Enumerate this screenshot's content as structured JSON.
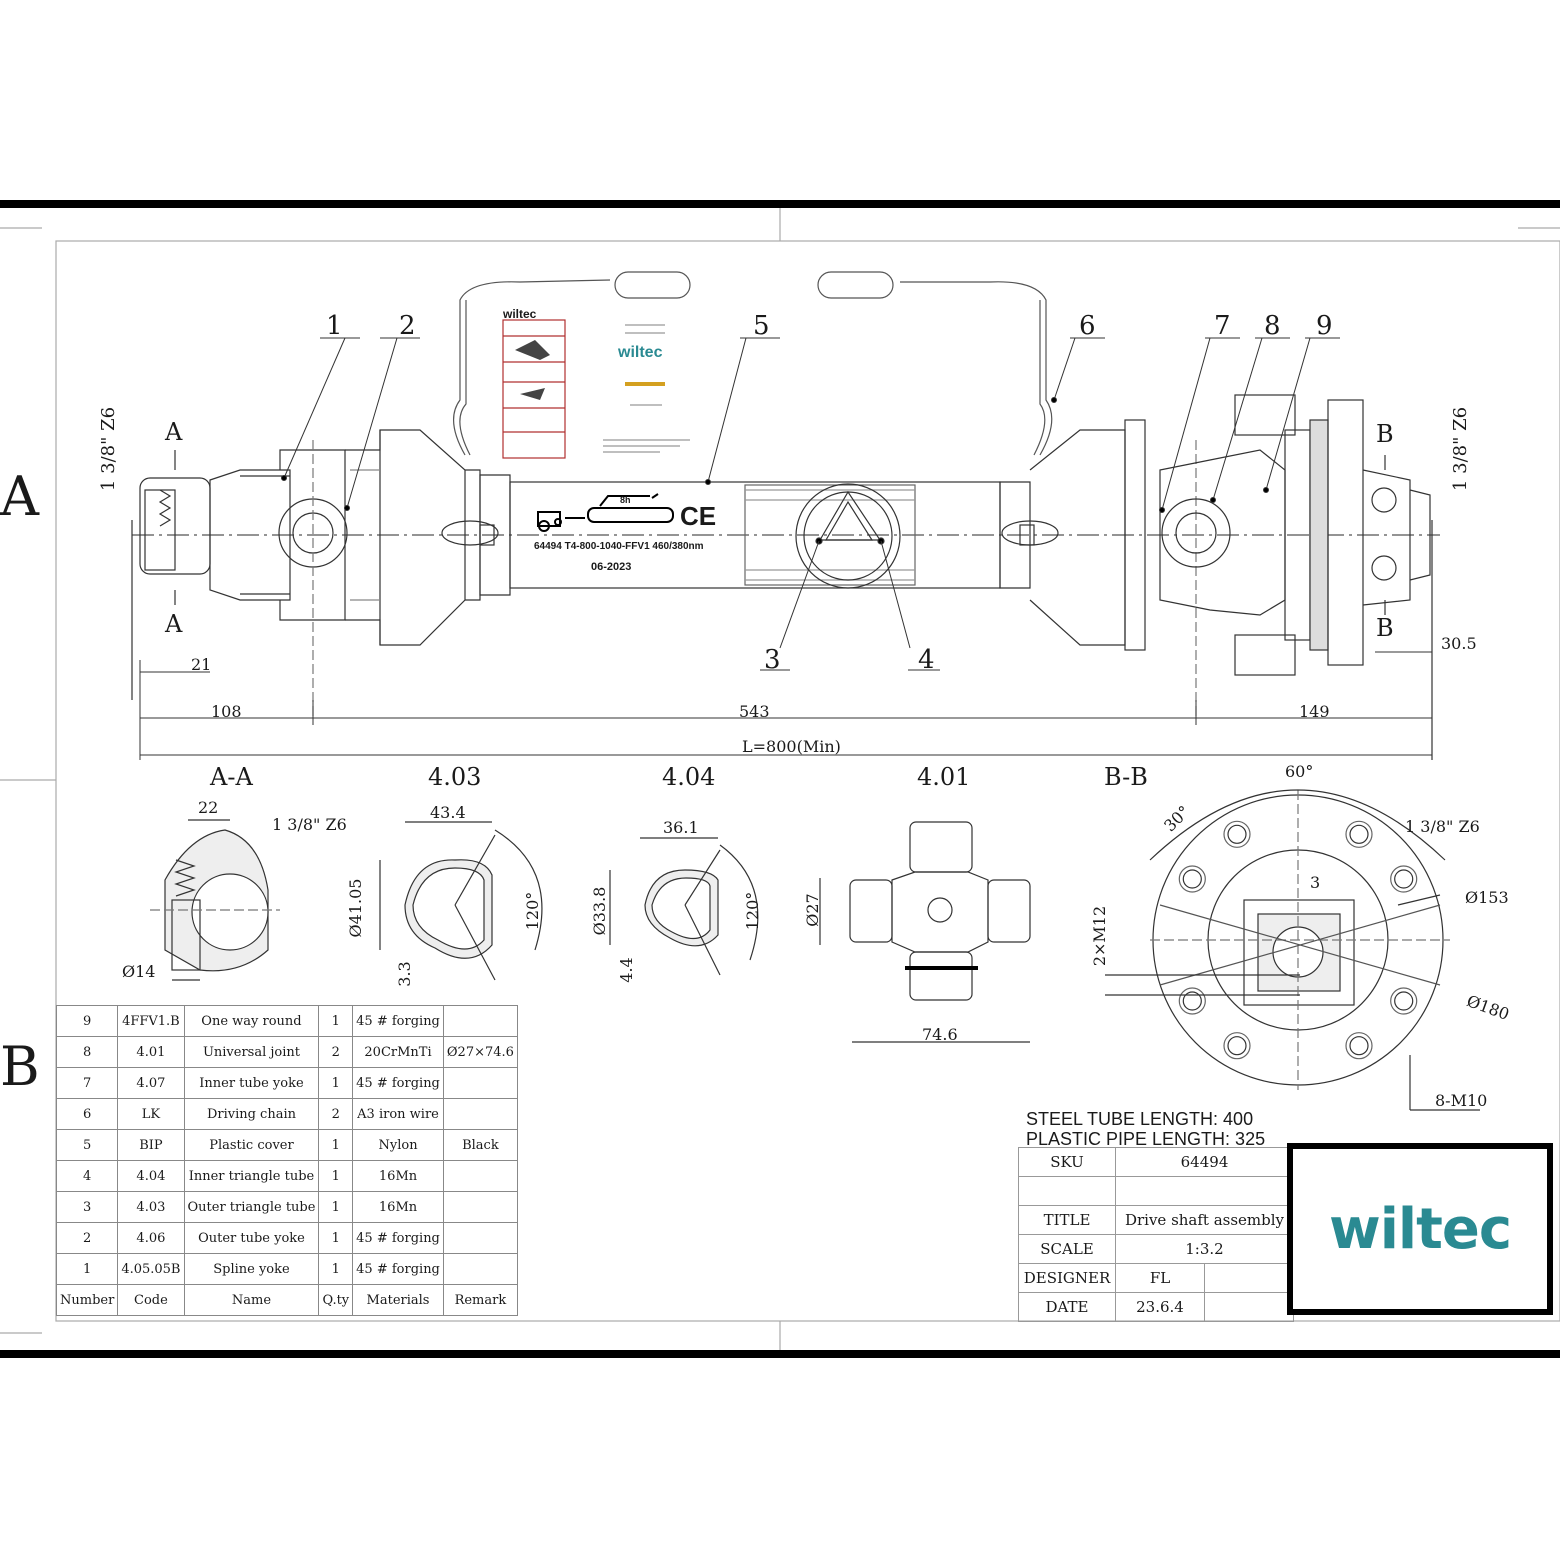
{
  "zones": {
    "a": "A",
    "b": "B"
  },
  "balloons": [
    "1",
    "2",
    "5",
    "6",
    "7",
    "8",
    "9",
    "3",
    "4"
  ],
  "section_marks": {
    "a_top": "A",
    "a_bottom": "A",
    "b_top": "B",
    "b_bottom": "B"
  },
  "spline_left": "1 3/8\" Z6",
  "spline_right": "1 3/8\" Z6",
  "dims": {
    "d21": "21",
    "d108": "108",
    "d543": "543",
    "d149": "149",
    "d30_5": "30.5",
    "total": "L=800(Min)"
  },
  "label": {
    "brand": "wiltec",
    "product_code": "64494 T4-800-1040-FFV1 460/380nm",
    "date_code": "06-2023",
    "duty": "8h",
    "ce": "CE"
  },
  "views": {
    "aa": {
      "title": "A-A",
      "w": "22",
      "spline": "1 3/8\" Z6",
      "dia": "Ø14"
    },
    "v403": {
      "title": "4.03",
      "w": "43.4",
      "h": "Ø41.05",
      "t": "3.3",
      "angle": "120°"
    },
    "v404": {
      "title": "4.04",
      "w": "36.1",
      "h": "Ø33.8",
      "t": "4.4",
      "angle": "120°"
    },
    "v401": {
      "title": "4.01",
      "d": "Ø27",
      "l": "74.6"
    },
    "bb": {
      "title": "B-B",
      "a60": "60°",
      "a30": "30°",
      "spline": "1 3/8\" Z6",
      "d153": "Ø153",
      "d3": "3",
      "m12": "2×M12",
      "d180": "Ø180",
      "m10": "8-M10"
    }
  },
  "bom": {
    "rows": [
      [
        "9",
        "4FFV1.B",
        "One way round",
        "1",
        "45 # forging",
        ""
      ],
      [
        "8",
        "4.01",
        "Universal joint",
        "2",
        "20CrMnTi",
        "Ø27×74.6"
      ],
      [
        "7",
        "4.07",
        "Inner tube yoke",
        "1",
        "45 # forging",
        ""
      ],
      [
        "6",
        "LK",
        "Driving chain",
        "2",
        "A3 iron wire",
        ""
      ],
      [
        "5",
        "BIP",
        "Plastic cover",
        "1",
        "Nylon",
        "Black"
      ],
      [
        "4",
        "4.04",
        "Inner triangle tube",
        "1",
        "16Mn",
        ""
      ],
      [
        "3",
        "4.03",
        "Outer triangle tube",
        "1",
        "16Mn",
        ""
      ],
      [
        "2",
        "4.06",
        "Outer tube yoke",
        "1",
        "45 # forging",
        ""
      ],
      [
        "1",
        "4.05.05B",
        "Spline yoke",
        "1",
        "45 # forging",
        ""
      ]
    ],
    "header": [
      "Number",
      "Code",
      "Name",
      "Q.ty",
      "Materials",
      "Remark"
    ]
  },
  "notes": {
    "steel": "STEEL TUBE LENGTH: 400",
    "plastic": "PLASTIC PIPE LENGTH: 325"
  },
  "title_block": {
    "sku_label": "SKU",
    "sku": "64494",
    "title_label": "TITLE",
    "title": "Drive shaft assembly",
    "scale_label": "SCALE",
    "scale": "1:3.2",
    "designer_label": "DESIGNER",
    "designer": "FL",
    "date_label": "DATE",
    "date": "23.6.4"
  },
  "logo": "wiltec"
}
